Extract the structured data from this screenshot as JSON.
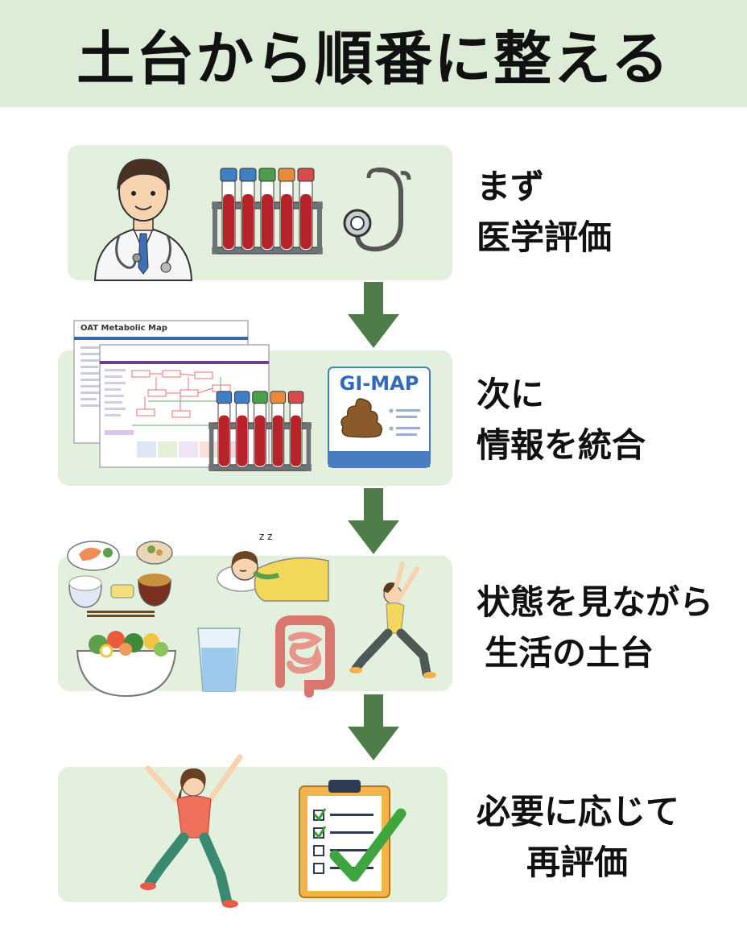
{
  "title": "土台から順番に整える",
  "steps": [
    {
      "line1": "まず",
      "line2": "医学評価"
    },
    {
      "line1": "次に",
      "line2": "情報を統合"
    },
    {
      "line1": "状態を見ながら",
      "line2": "生活の土台"
    },
    {
      "line1": "必要に応じて",
      "line2": "再評価"
    }
  ],
  "docs": {
    "oat_title": "OAT Metabolic Map",
    "gimap_label": "GI-MAP"
  },
  "colors": {
    "header_bg": "#dcecd6",
    "card_bg": "#e3f0dd",
    "arrow": "#4f7d4a"
  }
}
